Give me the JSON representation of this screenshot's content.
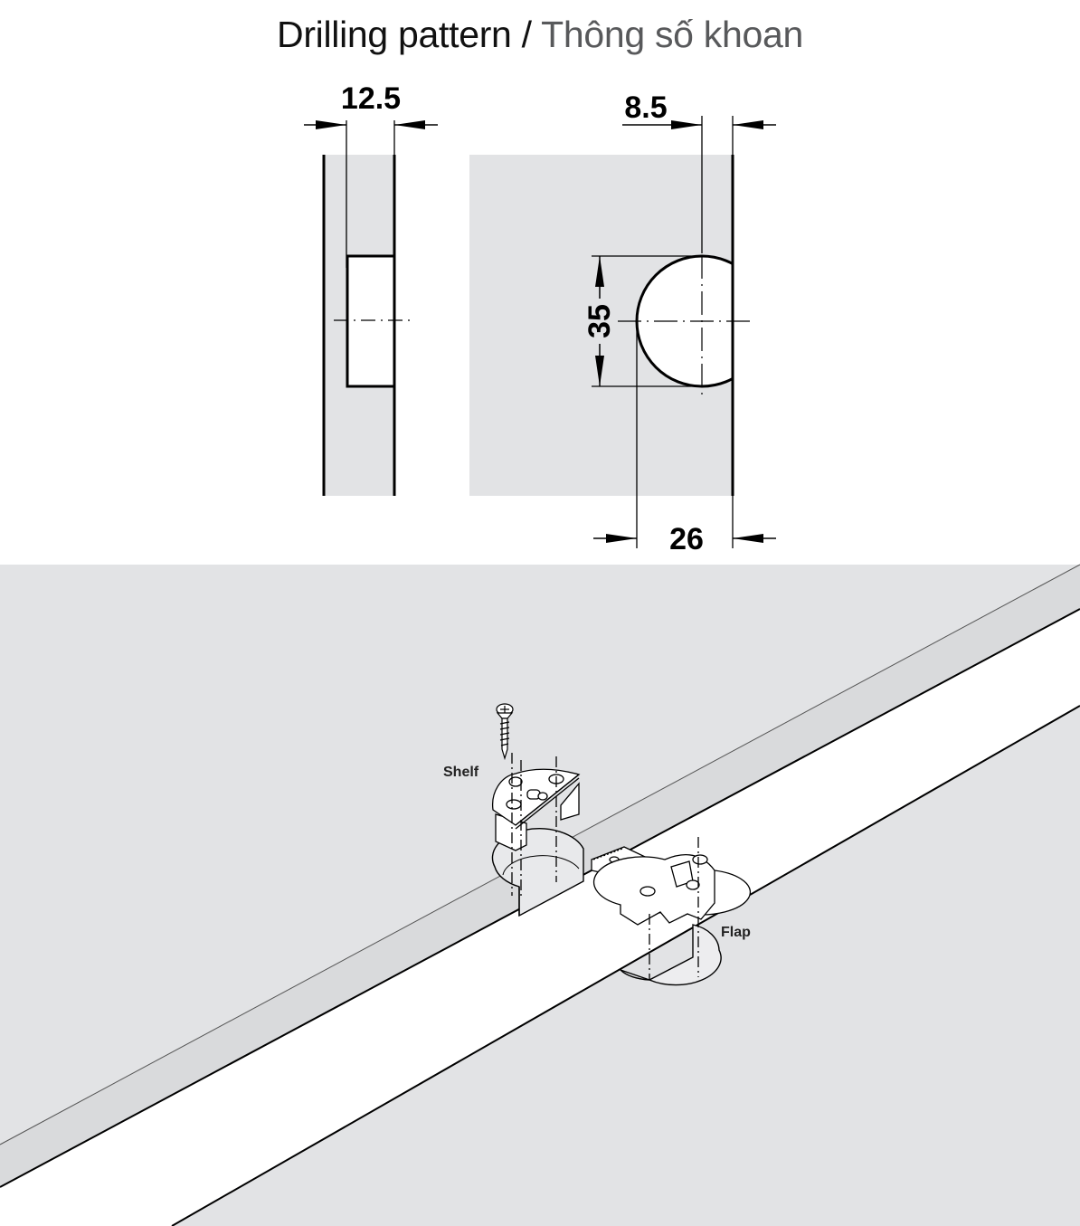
{
  "title": {
    "english": "Drilling pattern",
    "separator": " / ",
    "vietnamese": "Thông số khoan"
  },
  "colors": {
    "panel_fill": "#e2e3e5",
    "edge_fill": "#d8d9db",
    "line": "#000000",
    "title_primary": "#111111",
    "title_secondary": "#58595b"
  },
  "side_view": {
    "dimensions": {
      "width": "12.5"
    }
  },
  "front_view": {
    "dimensions": {
      "edge_offset": "8.5",
      "diameter": "35",
      "distance": "26"
    }
  },
  "isometric_view": {
    "labels": {
      "shelf": "Shelf",
      "flap": "Flap"
    }
  }
}
